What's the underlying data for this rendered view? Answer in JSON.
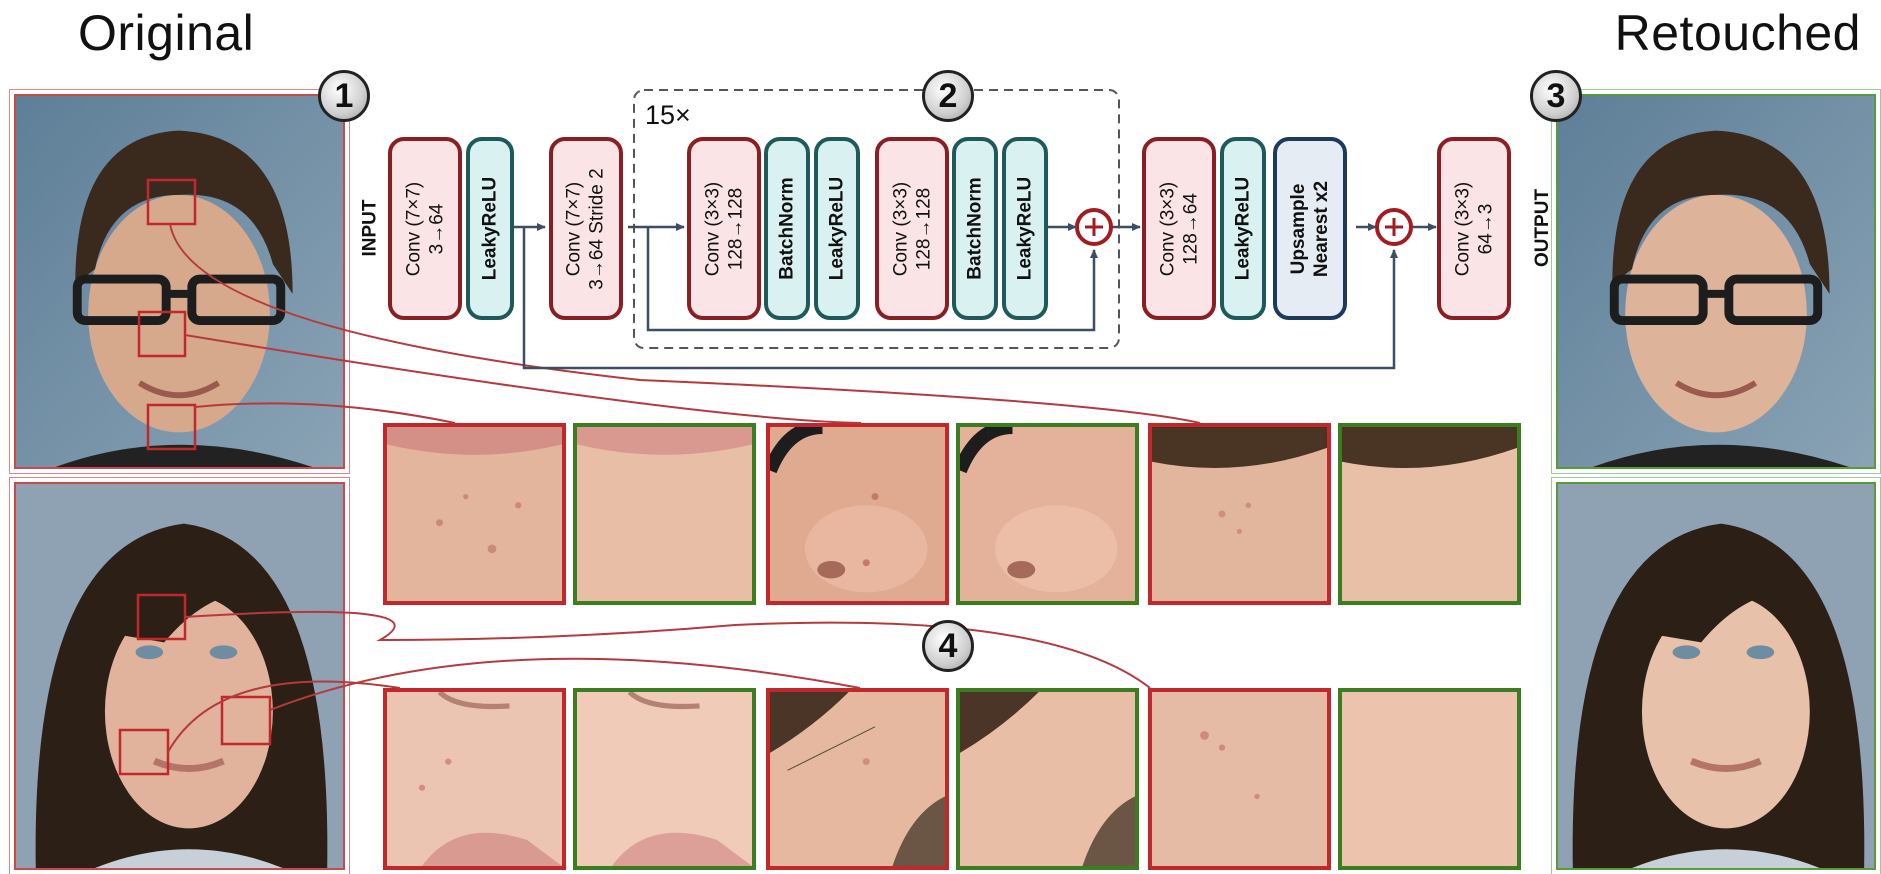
{
  "titles": {
    "original": "Original",
    "retouched": "Retouched"
  },
  "badges": {
    "b1": "1",
    "b2": "2",
    "b3": "3",
    "b4": "4"
  },
  "repeat_label": "15×",
  "io": {
    "input": "INPUT",
    "output": "OUTPUT"
  },
  "network_blocks": [
    {
      "type": "conv",
      "lines": [
        "Conv (7×7)",
        "3→64"
      ]
    },
    {
      "type": "act",
      "lines": [
        "LeakyReLU"
      ]
    },
    {
      "type": "conv",
      "lines": [
        "Conv (7×7)",
        "3→64  Stride 2"
      ]
    },
    {
      "type": "conv",
      "lines": [
        "Conv (3×3)",
        "128→128"
      ]
    },
    {
      "type": "act",
      "lines": [
        "BatchNorm"
      ]
    },
    {
      "type": "act",
      "lines": [
        "LeakyReLU"
      ]
    },
    {
      "type": "conv",
      "lines": [
        "Conv (3×3)",
        "128→128"
      ]
    },
    {
      "type": "act",
      "lines": [
        "BatchNorm"
      ]
    },
    {
      "type": "act",
      "lines": [
        "LeakyReLU"
      ]
    },
    {
      "type": "conv",
      "lines": [
        "Conv (3×3)",
        "128→64"
      ]
    },
    {
      "type": "act",
      "lines": [
        "LeakyReLU"
      ]
    },
    {
      "type": "ups",
      "lines": [
        "Upsample",
        "Nearest x2"
      ]
    },
    {
      "type": "conv",
      "lines": [
        "Conv (3×3)",
        "64→3"
      ]
    }
  ],
  "colors": {
    "original_border": "#c0282c",
    "retouched_border": "#3d7d22",
    "conv_fill": "#fbe4e6",
    "conv_border": "#8a1f23",
    "act_fill": "#d9f1f1",
    "act_border": "#1f5a5a",
    "ups_fill": "#e6ecf3",
    "ups_border": "#1d3a5c",
    "arrow": "#3e4d66",
    "sum_node": "#a01d22"
  }
}
